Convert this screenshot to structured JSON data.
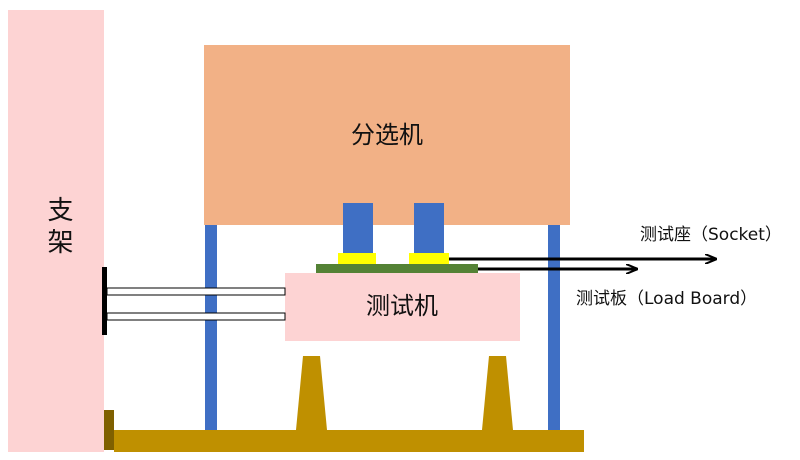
{
  "labels": {
    "support": "支架",
    "handler": "分选机",
    "tester": "测试机",
    "socket": "测试座（Socket）",
    "load_board": "测试板（Load Board）"
  },
  "colors": {
    "support": "#fdd3d3",
    "handler": "#f2b186",
    "tester": "#fdd3d3",
    "legs": "#3f6fc4",
    "base": "#bf9000",
    "board": "#548235",
    "socket": "#ffff00",
    "clamp": "#000000",
    "post": "#7f6000"
  },
  "icons": [
    "arrow-right-icon"
  ]
}
